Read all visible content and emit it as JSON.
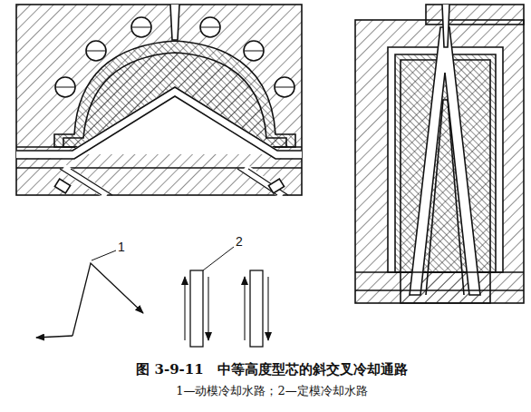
{
  "diagram": {
    "caption": "图 3-9-11　中等高度型芯的斜交叉冷却通路",
    "labels": [
      "1",
      "2",
      "1—动模冷却水路；2—定模冷却水路"
    ]
  }
}
